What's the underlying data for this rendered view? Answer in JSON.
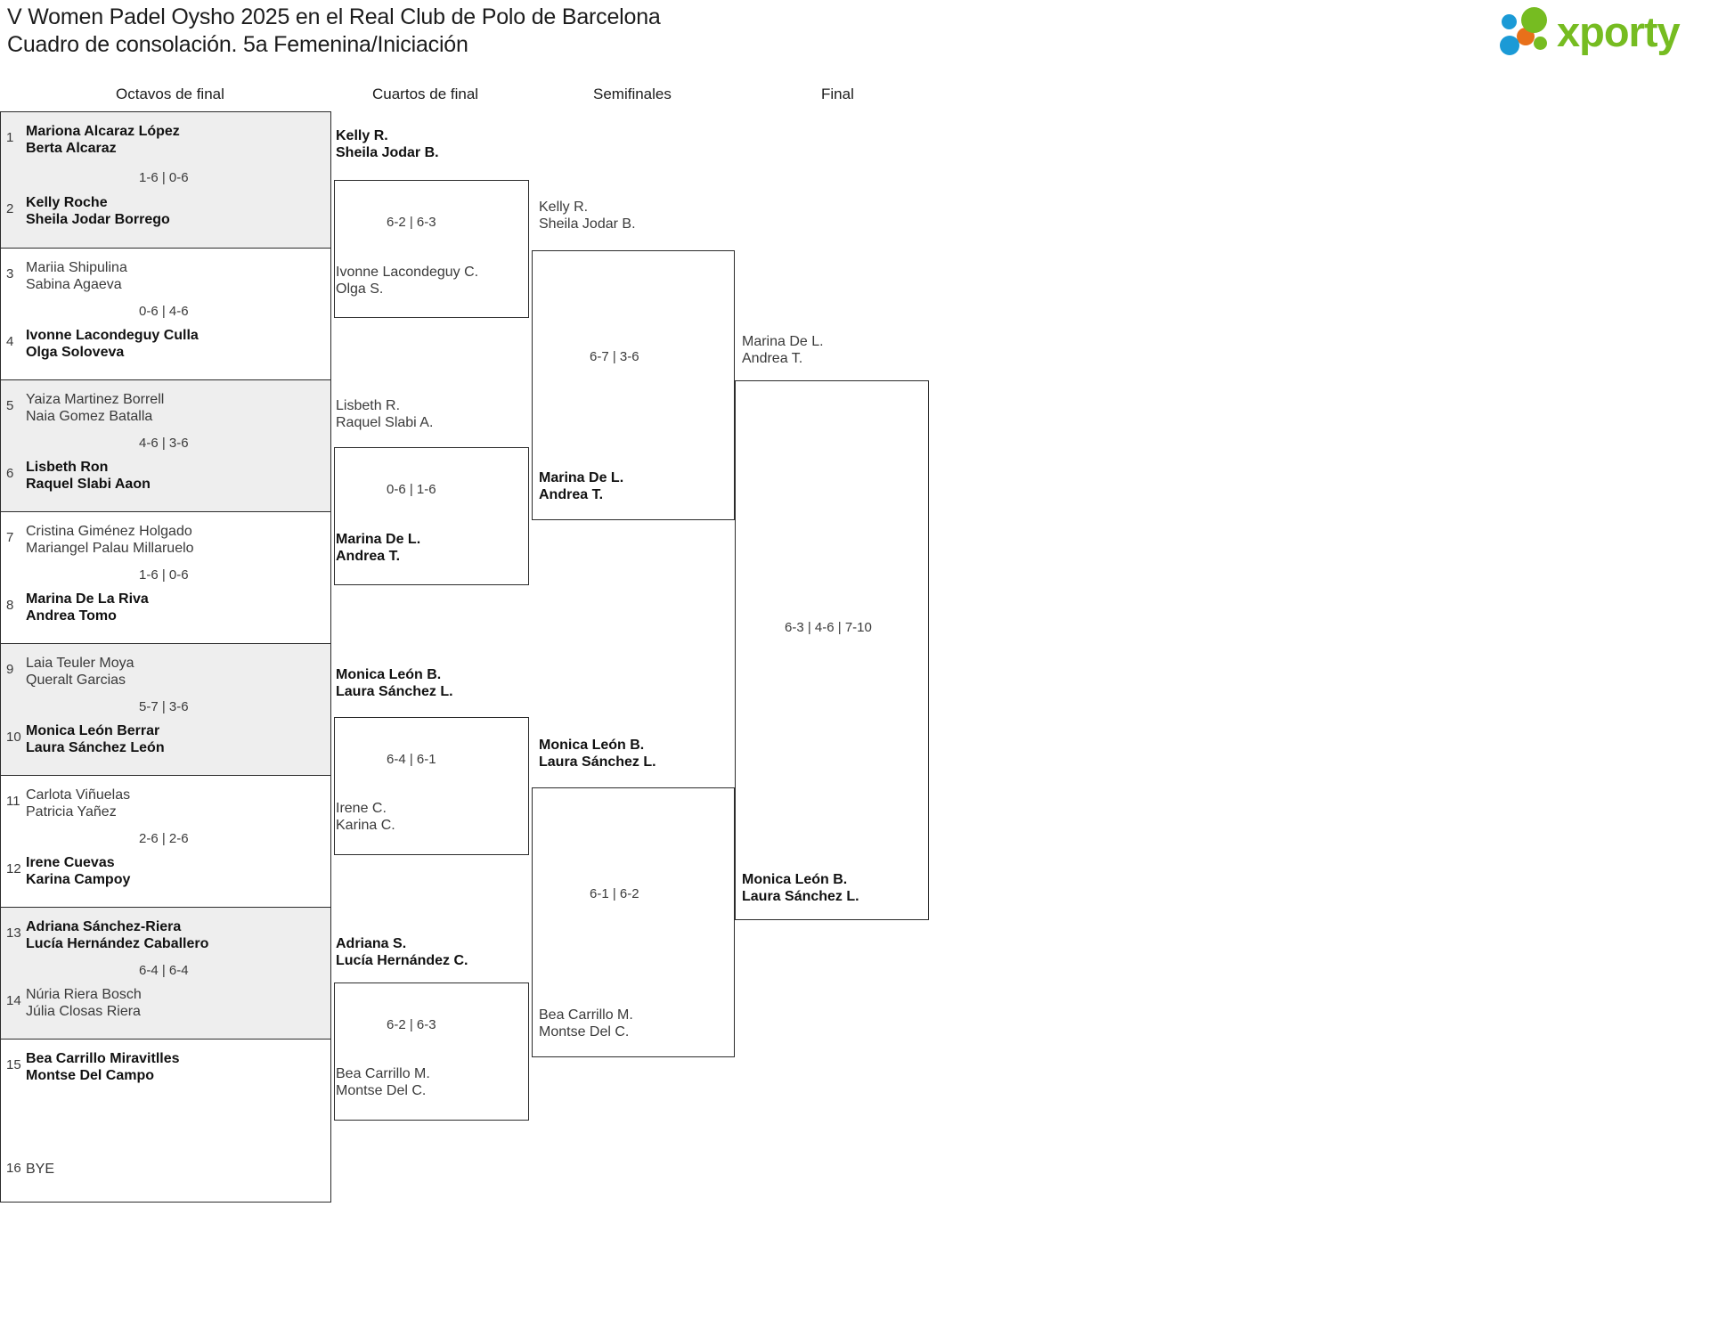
{
  "header": {
    "title_line1": "V Women Padel Oysho 2025 en el Real Club de Polo de Barcelona",
    "title_line2": "Cuadro de consolación. 5a Femenina/Iniciación",
    "logo_word": "xporty",
    "logo_colors": {
      "blue": "#1b9ad6",
      "orange": "#e8701a",
      "green": "#76bc21"
    }
  },
  "rounds": [
    {
      "label": "Octavos de final"
    },
    {
      "label": "Cuartos de final"
    },
    {
      "label": "Semifinales"
    },
    {
      "label": "Final"
    }
  ],
  "round1": [
    {
      "seed_top": "1",
      "top_l1": "Mariona Alcaraz López",
      "top_l2": "Berta Alcaraz",
      "top_winner": false,
      "score": "1-6 | 0-6",
      "seed_bottom": "2",
      "bot_l1": "Kelly Roche",
      "bot_l2": "Sheila Jodar Borrego",
      "bot_winner": true,
      "shaded": true
    },
    {
      "seed_top": "3",
      "top_l1": "Mariia Shipulina",
      "top_l2": "Sabina Agaeva",
      "top_winner": false,
      "score": "0-6 | 4-6",
      "seed_bottom": "4",
      "bot_l1": "Ivonne Lacondeguy Culla",
      "bot_l2": "Olga Soloveva",
      "bot_winner": true,
      "shaded": false
    },
    {
      "seed_top": "5",
      "top_l1": "Yaiza Martinez Borrell",
      "top_l2": "Naia Gomez Batalla",
      "top_winner": false,
      "score": "4-6 | 3-6",
      "seed_bottom": "6",
      "bot_l1": "Lisbeth Ron",
      "bot_l2": "Raquel Slabi Aaon",
      "bot_winner": true,
      "shaded": true
    },
    {
      "seed_top": "7",
      "top_l1": "Cristina Giménez Holgado",
      "top_l2": "Mariangel Palau Millaruelo",
      "top_winner": false,
      "score": "1-6 | 0-6",
      "seed_bottom": "8",
      "bot_l1": "Marina De La Riva",
      "bot_l2": "Andrea Tomo",
      "bot_winner": true,
      "shaded": false
    },
    {
      "seed_top": "9",
      "top_l1": "Laia Teuler Moya",
      "top_l2": "Queralt Garcias",
      "top_winner": false,
      "score": "5-7 | 3-6",
      "seed_bottom": "10",
      "bot_l1": "Monica León Berrar",
      "bot_l2": "Laura Sánchez León",
      "bot_winner": true,
      "shaded": true
    },
    {
      "seed_top": "11",
      "top_l1": "Carlota Viñuelas",
      "top_l2": "Patricia Yañez",
      "top_winner": false,
      "score": "2-6 | 2-6",
      "seed_bottom": "12",
      "bot_l1": "Irene Cuevas",
      "bot_l2": "Karina Campoy",
      "bot_winner": true,
      "shaded": false
    },
    {
      "seed_top": "13",
      "top_l1": "Adriana Sánchez-Riera",
      "top_l2": "Lucía Hernández Caballero",
      "top_winner": true,
      "score": "6-4 | 6-4",
      "seed_bottom": "14",
      "bot_l1": "Núria Riera Bosch",
      "bot_l2": "Júlia Closas Riera",
      "bot_winner": false,
      "shaded": true
    },
    {
      "seed_top": "15",
      "top_l1": "Bea Carrillo Miravitlles",
      "top_l2": "Montse Del Campo",
      "top_winner": true,
      "score": "",
      "seed_bottom": "16",
      "bot_l1": "BYE",
      "bot_l2": "",
      "bot_winner": false,
      "shaded": false
    }
  ],
  "quarterfinals": [
    {
      "top_l1": "Kelly R.",
      "top_l2": "Sheila Jodar B.",
      "top_winner": true,
      "score": "6-2 | 6-3",
      "bot_l1": "Ivonne Lacondeguy C.",
      "bot_l2": "Olga S.",
      "bot_winner": false
    },
    {
      "top_l1": "Lisbeth R.",
      "top_l2": "Raquel Slabi A.",
      "top_winner": false,
      "score": "0-6 | 1-6",
      "bot_l1": "Marina De L.",
      "bot_l2": "Andrea T.",
      "bot_winner": true
    },
    {
      "top_l1": "Monica León B.",
      "top_l2": "Laura Sánchez L.",
      "top_winner": true,
      "score": "6-4 | 6-1",
      "bot_l1": "Irene C.",
      "bot_l2": "Karina C.",
      "bot_winner": false
    },
    {
      "top_l1": "Adriana S.",
      "top_l2": "Lucía Hernández C.",
      "top_winner": true,
      "score": "6-2 | 6-3",
      "bot_l1": "Bea Carrillo M.",
      "bot_l2": "Montse Del C.",
      "bot_winner": false
    }
  ],
  "semifinals": [
    {
      "top_l1": "Kelly R.",
      "top_l2": "Sheila Jodar B.",
      "top_winner": false,
      "score": "6-7 | 3-6",
      "bot_l1": "Marina De L.",
      "bot_l2": "Andrea T.",
      "bot_winner": true
    },
    {
      "top_l1": "Monica León B.",
      "top_l2": "Laura Sánchez L.",
      "top_winner": true,
      "score": "6-1 | 6-2",
      "bot_l1": "Bea Carrillo M.",
      "bot_l2": "Montse Del C.",
      "bot_winner": false
    }
  ],
  "final": {
    "top_l1": "Marina De L.",
    "top_l2": "Andrea T.",
    "top_winner": false,
    "score": "6-3 | 4-6 | 7-10",
    "bot_l1": "Monica León B.",
    "bot_l2": "Laura Sánchez L.",
    "bot_winner": true
  }
}
